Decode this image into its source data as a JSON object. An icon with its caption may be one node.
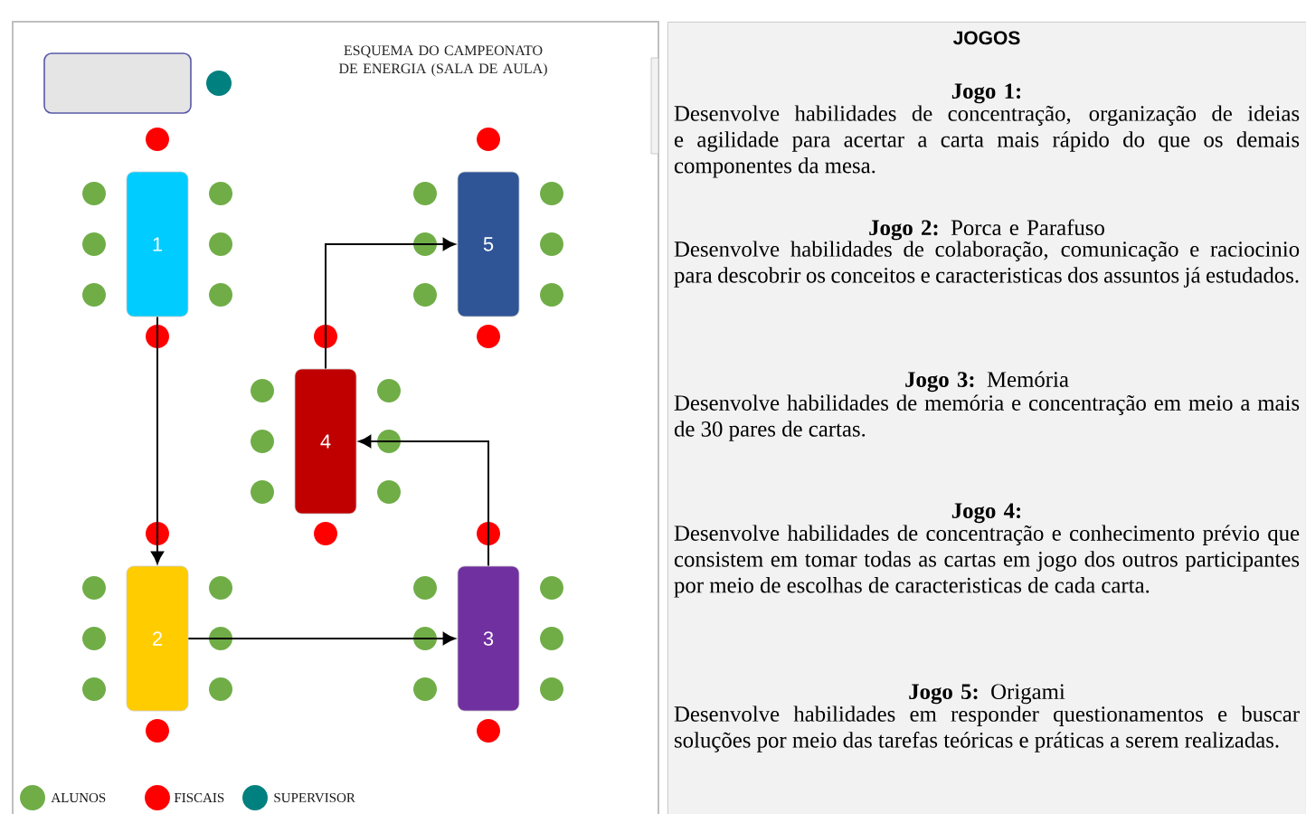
{
  "diagram": {
    "title": "ESQUEMA DO CAMPEONATO DE ENERGIA (SALA DE AULA)",
    "nodes": [
      {
        "text": [],
        "shape": "box"
      },
      {
        "text": [
          "1"
        ]
      },
      {
        "text": [
          "5"
        ]
      },
      {
        "text": [
          "4"
        ]
      },
      {
        "text": [
          "2"
        ]
      },
      {
        "text": [
          "3"
        ]
      },
      {
        "text": [
          "JOGOS",
          "**Jogo 1:**",
          "Desenvolve habilidades de concentração, organização de ideias e agilidade para acertar a carta mais rápido do que os demais componentes da mesa.",
          "**Jogo 2:** Porca e Parafuso",
          "Desenvolve habilidades de colaboração, comunicação e raciocinio para descobrir os conceitos e caracteristicas dos assuntos já estudados.",
          "**Jogo 3:** Memória",
          "Desenvolve habilidades de memória e concentração em meio a mais de 30 pares de cartas.",
          "**Jogo 4:**",
          "Desenvolve habilidades de concentração e conhecimento prévio que consistem em tomar todas as cartas em jogo dos outros participantes por meio de escolhas de caracteristicas de cada carta.",
          "**Jogo 5:** Origami",
          "Desenvolve habilidades em responder questionamentos e buscar soluções por meio das tarefas teóricas e práticas a serem realizadas."
        ]
      }
    ],
    "edges": [
      {
        "from": 1,
        "to": 4,
        "arrow": "to"
      },
      {
        "from": 4,
        "to": 5,
        "arrow": "to"
      },
      {
        "from": 5,
        "to": 3,
        "arrow": "to"
      },
      {
        "from": 3,
        "to": 2,
        "arrow": "to"
      }
    ],
    "legend": [
      {
        "text": "ALUNOS",
        "color": "#70ad47"
      },
      {
        "text": "FISCAIS",
        "color": "#ff0000"
      },
      {
        "text": "SUPERVISOR",
        "color": "#00807f"
      }
    ]
  }
}
